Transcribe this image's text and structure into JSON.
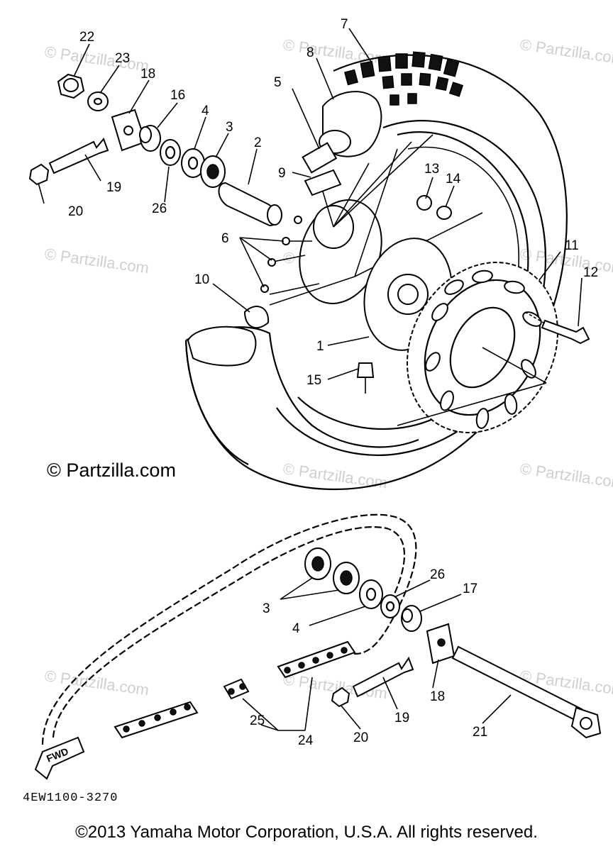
{
  "watermark": {
    "text": "© Partzilla.com",
    "faint_text": "© Partzilla.com",
    "color": "#cfcfcf"
  },
  "drawing_code": "4EW1100-3270",
  "copyright": "©2013 Yamaha Motor Corporation, U.S.A. All rights reserved.",
  "fwd_label": "FWD",
  "callouts": {
    "c1": "1",
    "c2": "2",
    "c3a": "3",
    "c3b": "3",
    "c4a": "4",
    "c4b": "4",
    "c5": "5",
    "c6": "6",
    "c7": "7",
    "c8": "8",
    "c9": "9",
    "c10": "10",
    "c11": "11",
    "c12": "12",
    "c13": "13",
    "c14": "14",
    "c15": "15",
    "c16": "16",
    "c17": "17",
    "c18a": "18",
    "c18b": "18",
    "c19a": "19",
    "c19b": "19",
    "c20a": "20",
    "c20b": "20",
    "c21": "21",
    "c22": "22",
    "c23": "23",
    "c24": "24",
    "c25": "25",
    "c26a": "26",
    "c26b": "26"
  }
}
